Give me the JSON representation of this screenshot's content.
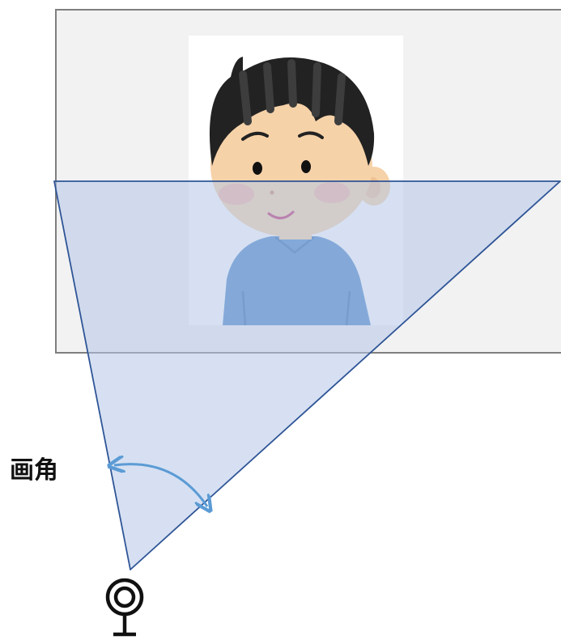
{
  "diagram": {
    "angle_label": "画角",
    "colors": {
      "screen_fill": "#f2f2f2",
      "screen_border": "#7f7f7f",
      "cone_fill": "#b4c7e7",
      "cone_stroke": "#2f5597",
      "angle_arrow": "#5b9bd5",
      "shirt": "#4a86c8",
      "hair": "#222222",
      "skin": "#f6d2a9"
    },
    "icons": [
      "person-illustration",
      "camera-icon",
      "angle-arc-arrow"
    ]
  }
}
